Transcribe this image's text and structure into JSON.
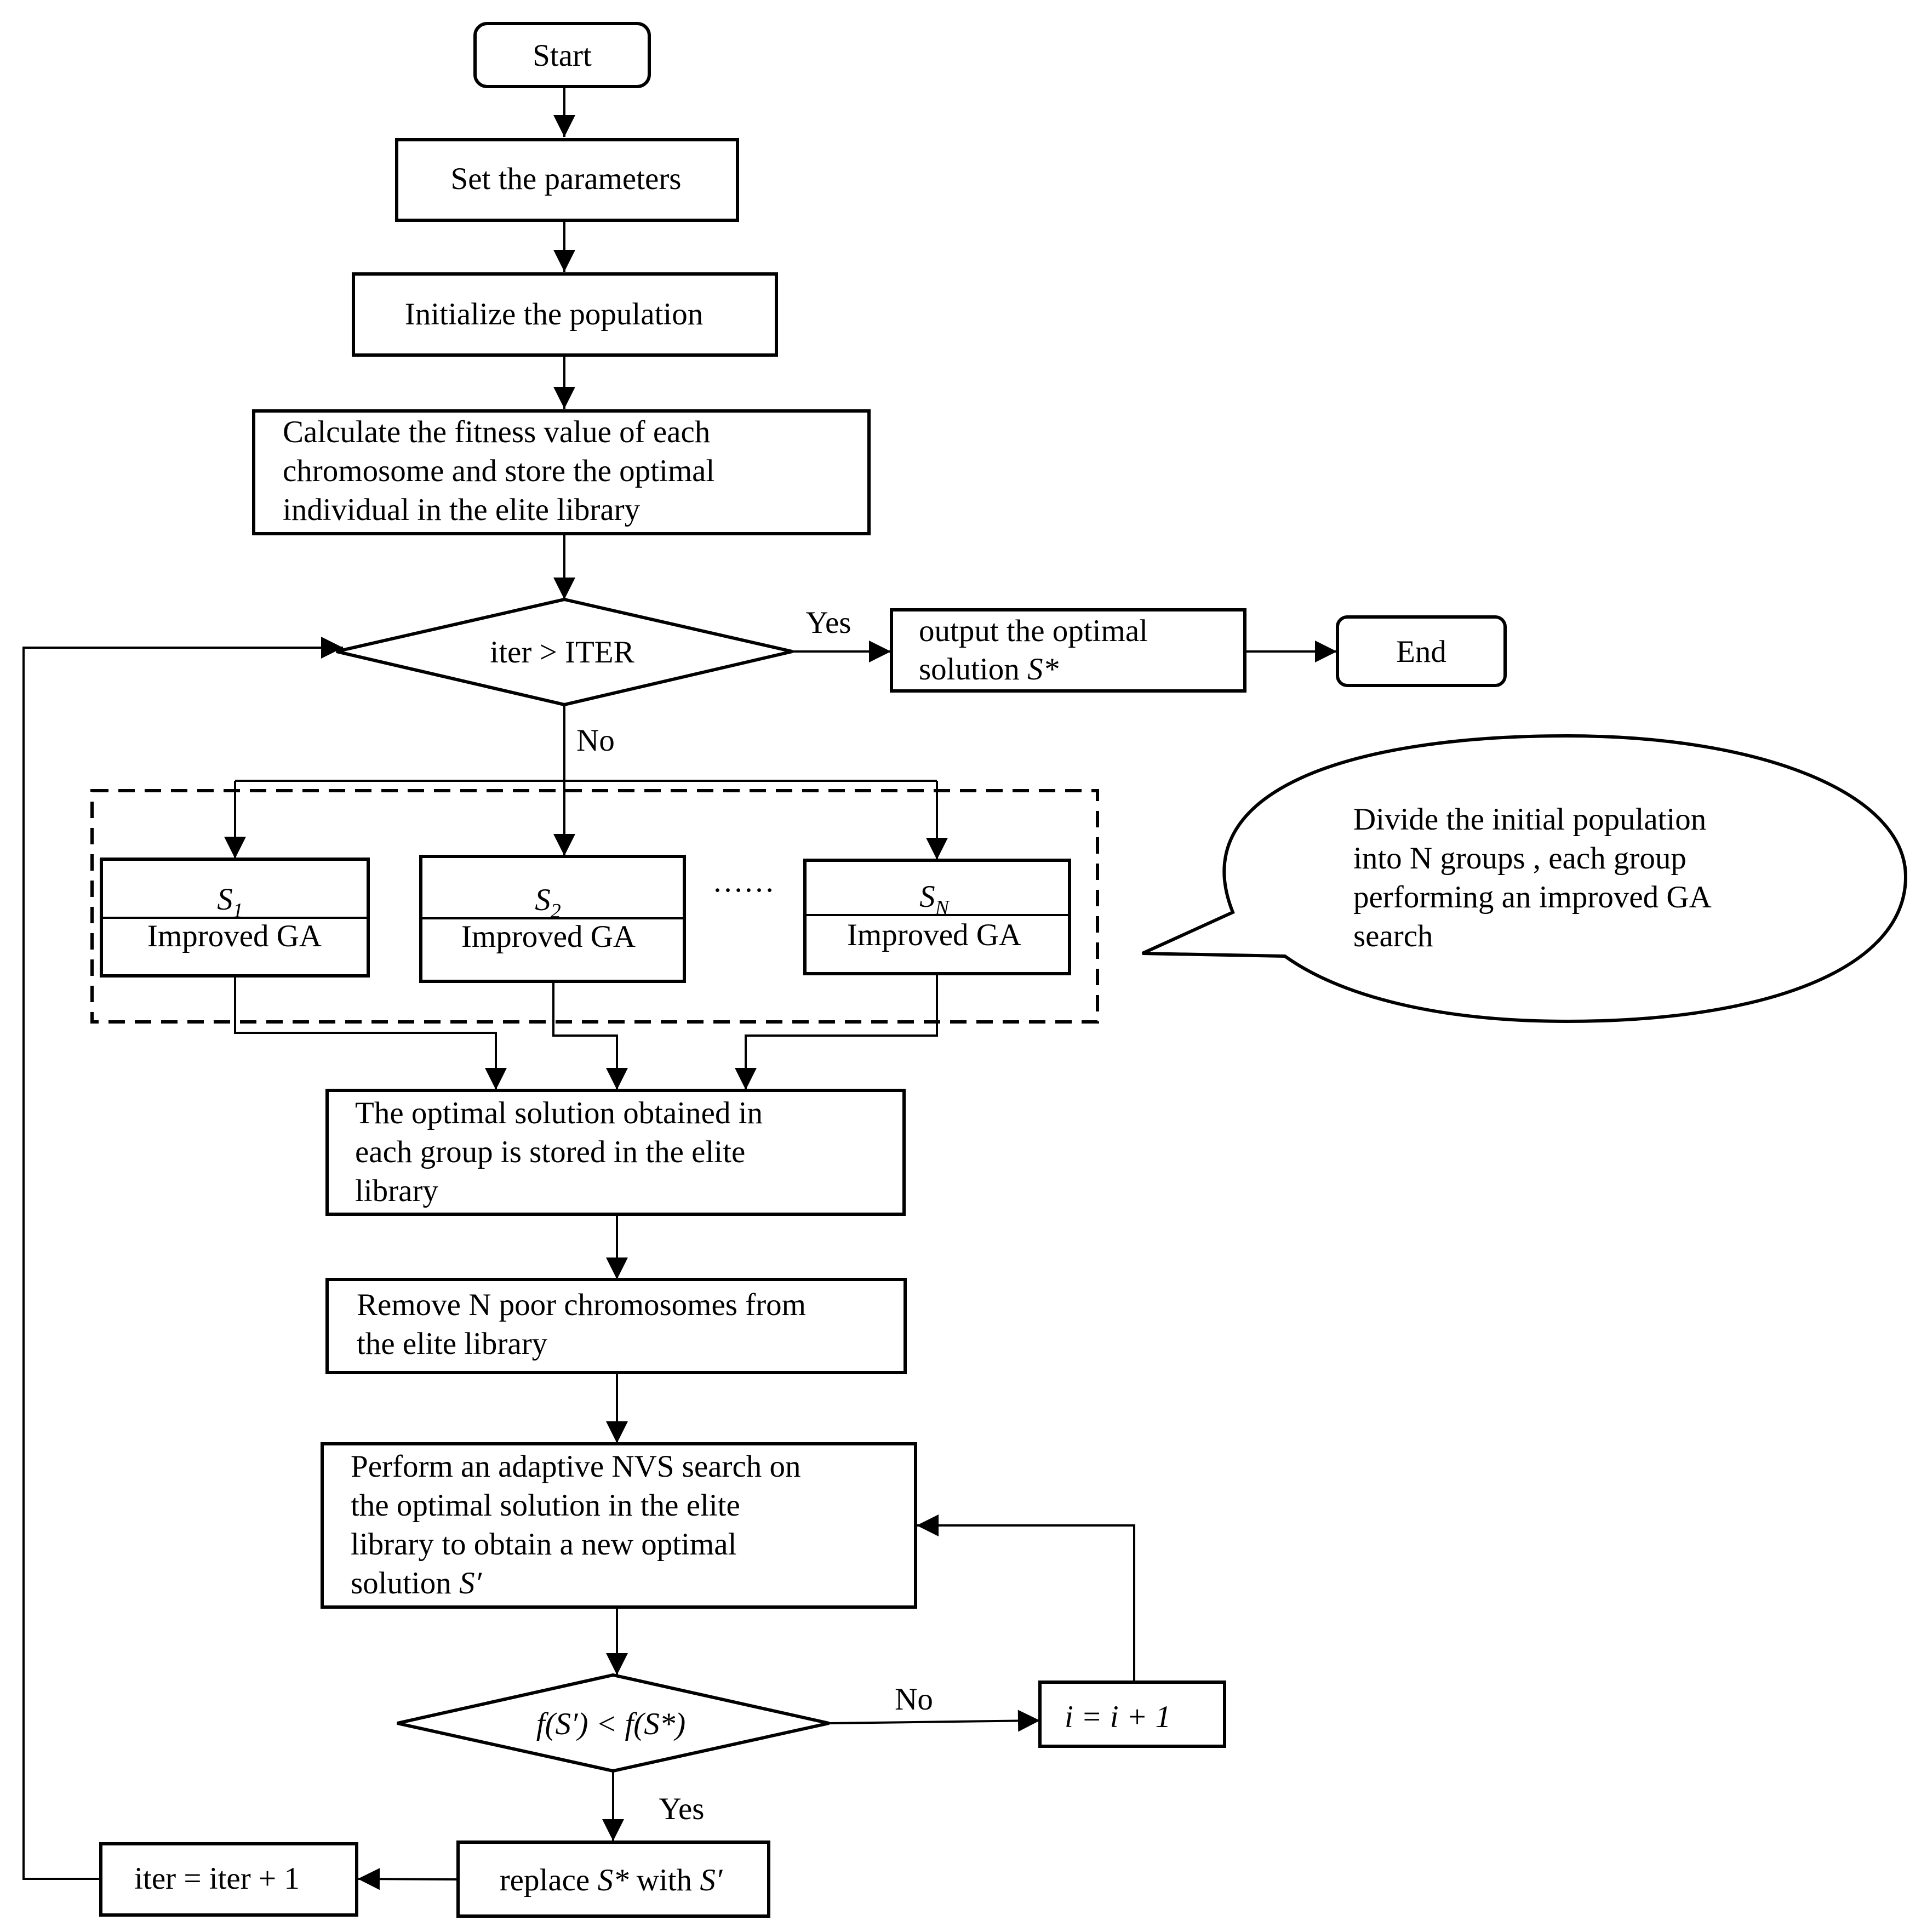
{
  "nodes": {
    "start": "Start",
    "set_params": "Set the parameters",
    "init_pop": "Initialize the population",
    "calc_fitness": [
      "Calculate the fitness value of each",
      "chromosome and store the optimal",
      "individual in the elite library"
    ],
    "cond_iter": "iter > ITER",
    "output": {
      "line1": "output the optimal",
      "line2_text": "solution ",
      "line2_symbol": "S*"
    },
    "end": "End",
    "groups": [
      {
        "symbol": "S",
        "sub": "1",
        "label": "Improved  GA"
      },
      {
        "symbol": "S",
        "sub": "2",
        "label": "Improved GA"
      },
      {
        "symbol": "S",
        "sub": "N",
        "label": "Improved GA"
      }
    ],
    "ellipsis": "……",
    "store_optimal": [
      "The optimal solution obtained in",
      "each group is stored in the elite",
      "library"
    ],
    "remove_poor": [
      "Remove N poor chromosomes from",
      "the elite library"
    ],
    "nvs_search": [
      "Perform an adaptive NVS search on",
      "the optimal solution in the elite",
      "library to obtain a new optimal"
    ],
    "nvs_search_last": {
      "text": "solution ",
      "symbol": "S′"
    },
    "cond_fitness": "f(S′) < f(S*)",
    "increment_i": "i = i + 1",
    "replace": {
      "prefix": "replace ",
      "sym1": "S*",
      "mid": " with ",
      "sym2": "S′"
    },
    "increment_iter": "iter = iter + 1"
  },
  "callout": [
    "Divide the initial population",
    "into N groups , each group",
    "performing an improved GA",
    "search"
  ],
  "edge_labels": {
    "yes_top": "Yes",
    "no_top": "No",
    "no_bottom": "No",
    "yes_bottom": "Yes"
  }
}
